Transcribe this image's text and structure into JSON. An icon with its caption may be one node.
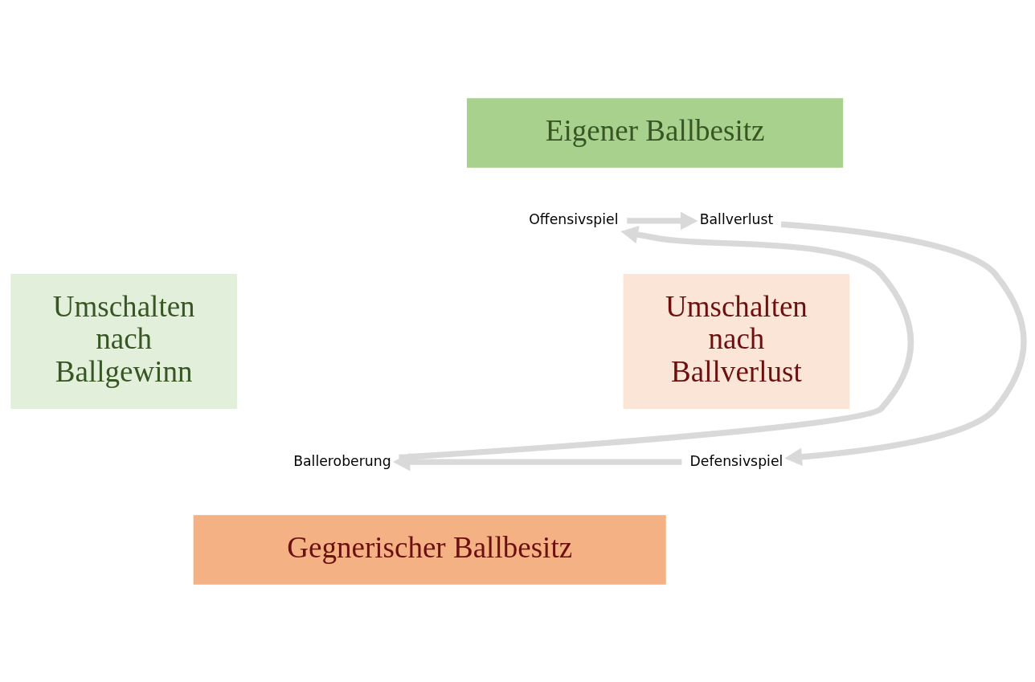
{
  "diagram": {
    "nodes": [
      {
        "text": [
          "Eigener Ballbesitz"
        ]
      },
      {
        "text": [
          "Offensivspiel"
        ]
      },
      {
        "text": [
          "Ballverlust"
        ]
      },
      {
        "text": [
          "Umschalten nach Ballgewinn"
        ]
      },
      {
        "text": [
          "Umschalten nach Ballverlust"
        ]
      },
      {
        "text": [
          "Balleroberung"
        ]
      },
      {
        "text": [
          "Defensivspiel"
        ]
      },
      {
        "text": [
          "Gegnerischer Ballbesitz"
        ]
      }
    ],
    "edges": [
      {
        "from": 1,
        "to": 2,
        "arrow": "to"
      },
      {
        "from": 2,
        "to": 6,
        "arrow": "to"
      },
      {
        "from": 6,
        "to": 5,
        "arrow": "to"
      },
      {
        "from": 5,
        "to": 1,
        "arrow": "to"
      }
    ]
  }
}
